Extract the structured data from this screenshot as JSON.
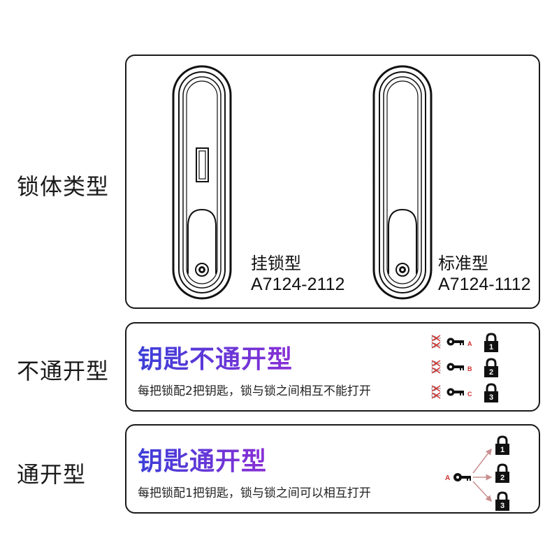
{
  "labels": {
    "lock_body": "锁体类型",
    "non_master": "不通开型",
    "master": "通开型"
  },
  "lock_body": {
    "padlock": {
      "name": "挂锁型",
      "code": "A7124-2112"
    },
    "standard": {
      "name": "标准型",
      "code": "A7124-1112"
    }
  },
  "non_master": {
    "title": "钥匙不通开型",
    "desc": "每把锁配2把钥匙，锁与锁之间相互不能打开",
    "keys": [
      "A",
      "B",
      "C"
    ],
    "locks": [
      "1",
      "2",
      "3"
    ]
  },
  "master": {
    "title": "钥匙通开型",
    "desc": "每把锁配1把钥匙，锁与锁之间可以相互打开",
    "key": "A",
    "locks": [
      "1",
      "2",
      "3"
    ]
  },
  "colors": {
    "title_gradient_start": "#3b3fd8",
    "title_gradient_end": "#8a2fd6",
    "key_letter": "#d32f2f",
    "arrow": "#c98f8f",
    "border": "#1a1a1a"
  }
}
